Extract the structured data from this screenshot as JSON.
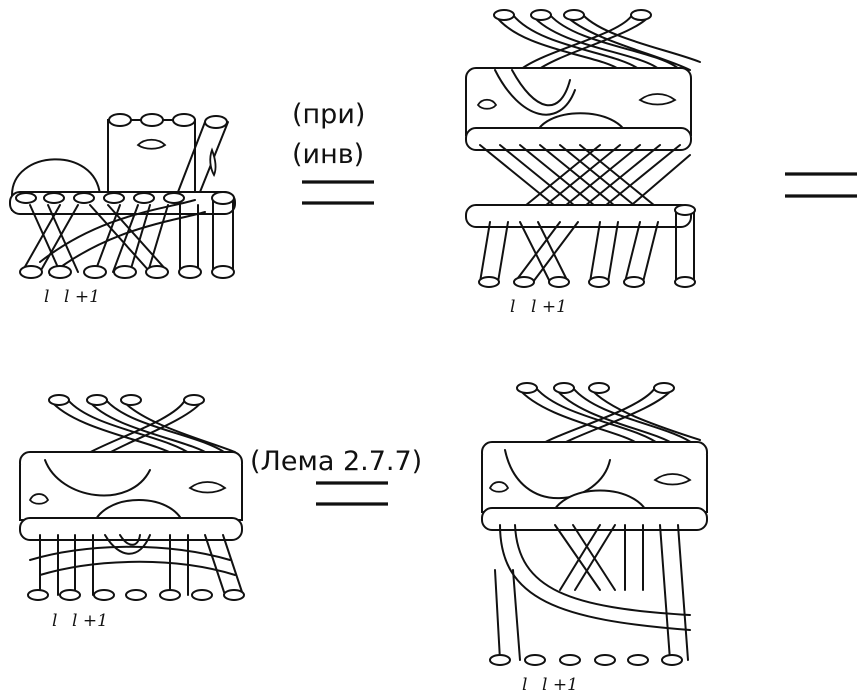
{
  "relations": {
    "first": {
      "line1": "(при)",
      "line2": "(инв)"
    },
    "second": {
      "text": "(Лема  2.7.7)"
    }
  },
  "labels": {
    "l": "l",
    "l_plus_1": "l +1"
  }
}
